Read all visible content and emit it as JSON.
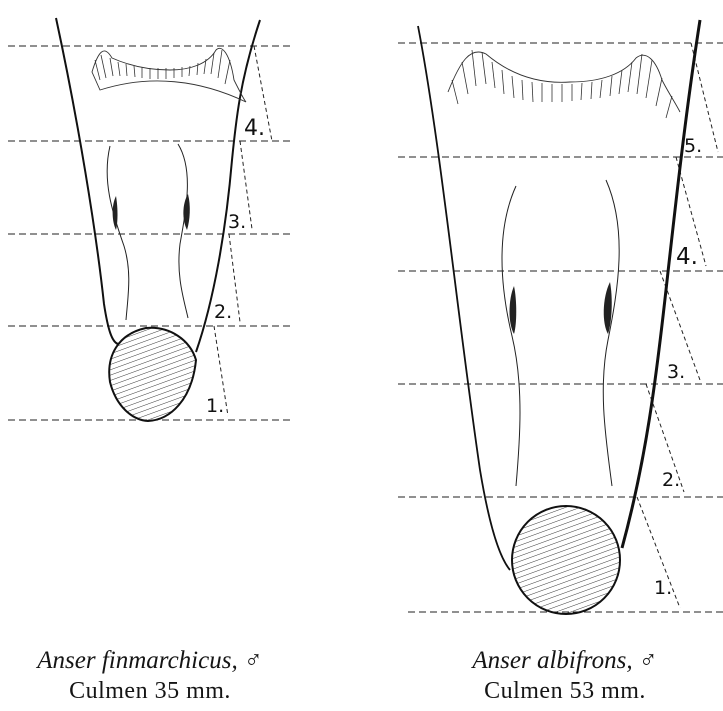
{
  "figures": [
    {
      "id": "left",
      "species": "Anser finmarchicus",
      "sex_symbol": "♂",
      "measurement": "Culmen 35 mm.",
      "segment_labels": [
        "1.",
        "2.",
        "3.",
        "4."
      ]
    },
    {
      "id": "right",
      "species": "Anser albifrons",
      "sex_symbol": "♂",
      "measurement": "Culmen 53 mm.",
      "segment_labels": [
        "1.",
        "2.",
        "3.",
        "4.",
        "5."
      ]
    }
  ]
}
